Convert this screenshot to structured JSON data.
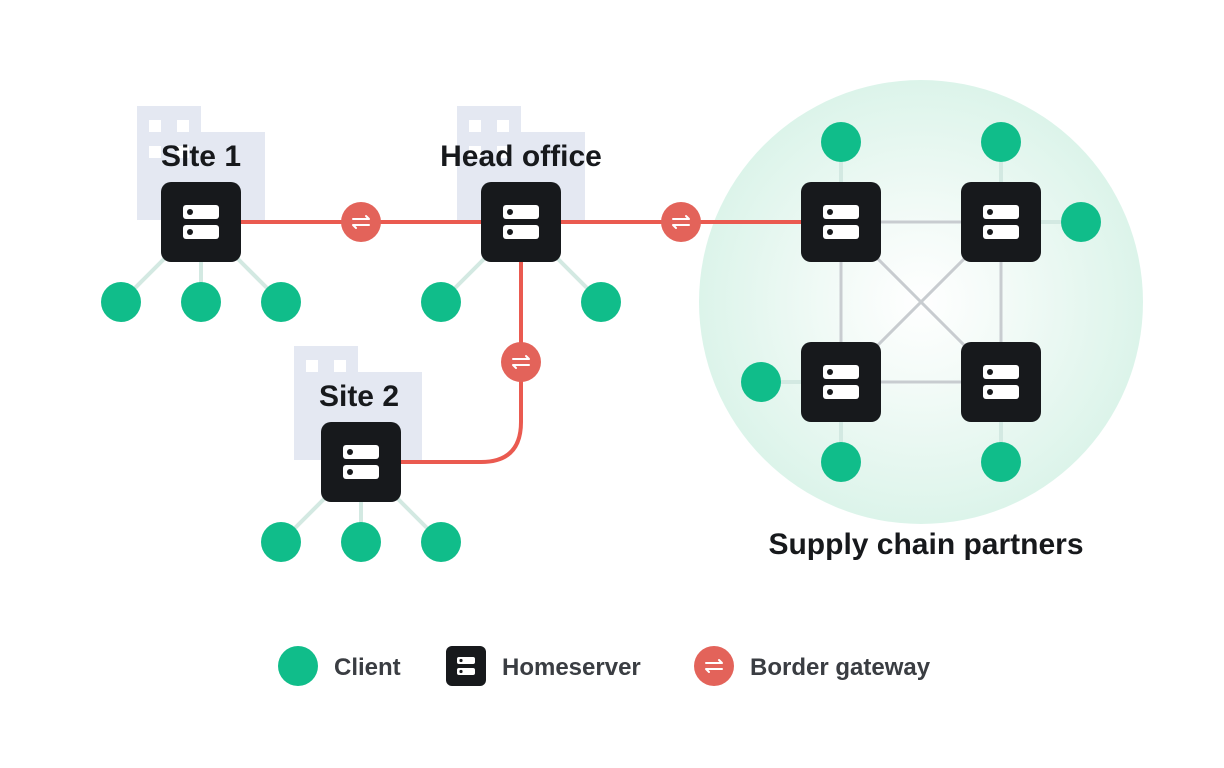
{
  "labels": {
    "site1": "Site 1",
    "head_office": "Head office",
    "site2": "Site 2",
    "partners": "Supply chain partners"
  },
  "legend": {
    "client": "Client",
    "homeserver": "Homeserver",
    "border_gateway": "Border gateway"
  },
  "colors": {
    "client": "#10bd8a",
    "homeserver": "#17191c",
    "gateway": "#e3635a",
    "gateway_link": "#ea5a50",
    "building": "#e4e8f2",
    "partner_area": "#e3f6ef",
    "mesh_link": "#c8ccd0",
    "client_link": "#d3e9e2"
  }
}
